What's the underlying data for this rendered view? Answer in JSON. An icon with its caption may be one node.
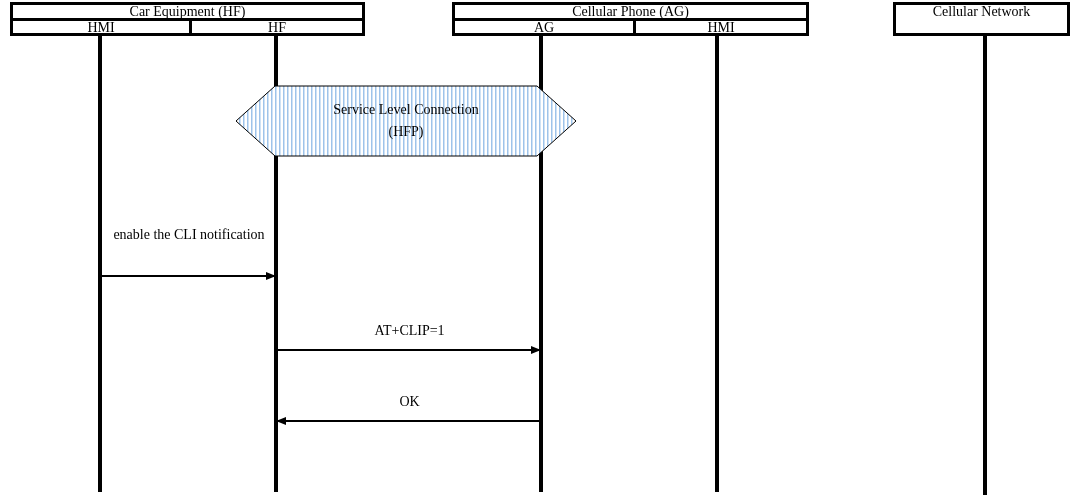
{
  "diagram": {
    "nodes": [
      {
        "text": [
          "Car Equipment (HF)"
        ]
      },
      {
        "text": [
          "HMI"
        ]
      },
      {
        "text": [
          "HF"
        ]
      },
      {
        "text": [
          "Cellular Phone (AG)"
        ]
      },
      {
        "text": [
          "AG"
        ]
      },
      {
        "text": [
          "HMI"
        ]
      },
      {
        "text": [
          "Cellular Network"
        ]
      },
      {
        "text": [
          "Service Level Connection (HFP)"
        ]
      }
    ],
    "edges": [
      {
        "from": 1,
        "to": 2,
        "arrow": "to",
        "label": "enable the CLI notification"
      },
      {
        "from": 2,
        "to": 4,
        "arrow": "to",
        "label": "AT+CLIP=1"
      },
      {
        "from": 4,
        "to": 2,
        "arrow": "to",
        "label": "OK"
      }
    ]
  }
}
